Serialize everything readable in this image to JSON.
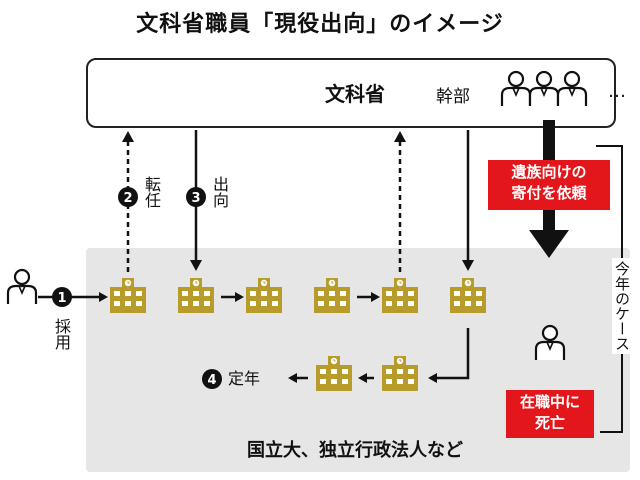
{
  "title": "文科省職員「現役出向」のイメージ",
  "ministry": {
    "label": "文科省",
    "executives_label": "幹部",
    "ellipsis": "…"
  },
  "steps": {
    "s1": {
      "number": "1",
      "label": "採用"
    },
    "s2": {
      "number": "2",
      "label": "転任"
    },
    "s3": {
      "number": "3",
      "label": "出向"
    },
    "s4": {
      "number": "4",
      "label": "定年"
    }
  },
  "callouts": {
    "donation_request": [
      "遺族向けの",
      "寄付を依頼"
    ],
    "death_in_office": [
      "在職中に",
      "死亡"
    ],
    "this_case": "今年のケース"
  },
  "area_label": "国立大、独立行政法人など",
  "colors": {
    "building": "#b79c2c",
    "red": "#e3161b",
    "gray_area": "#e6e6e6"
  }
}
